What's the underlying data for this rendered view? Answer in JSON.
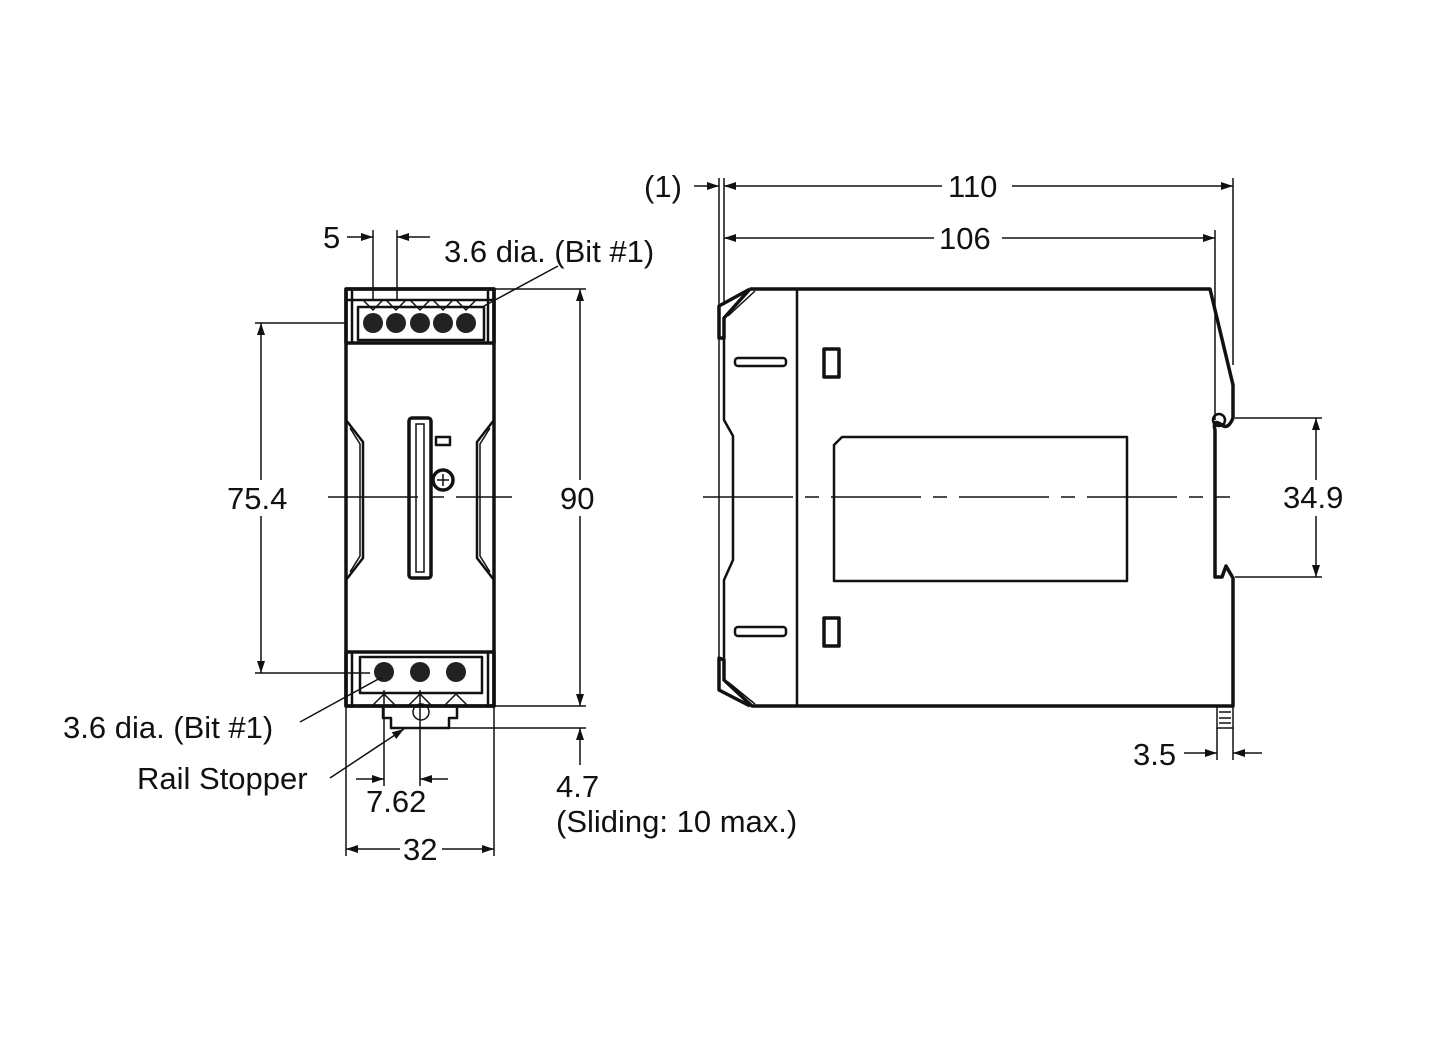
{
  "drawing": {
    "front_view": {
      "dim_pitch_top": "5",
      "bit_label_top": "3.6 dia. (Bit #1)",
      "dim_mount_height": "75.4",
      "dim_height": "90",
      "bit_label_bottom": "3.6 dia. (Bit #1)",
      "rail_stopper_label": "Rail Stopper",
      "dim_pitch_bottom": "7.62",
      "dim_width": "32",
      "dim_stopper": "4.7",
      "dim_stopper_note": "(Sliding: 10 max.)"
    },
    "side_view": {
      "dim_offset": "(1)",
      "dim_depth_total": "110",
      "dim_depth_body": "106",
      "dim_rail": "34.9",
      "dim_rail_depth": "3.5"
    },
    "line_color": "#111111"
  }
}
